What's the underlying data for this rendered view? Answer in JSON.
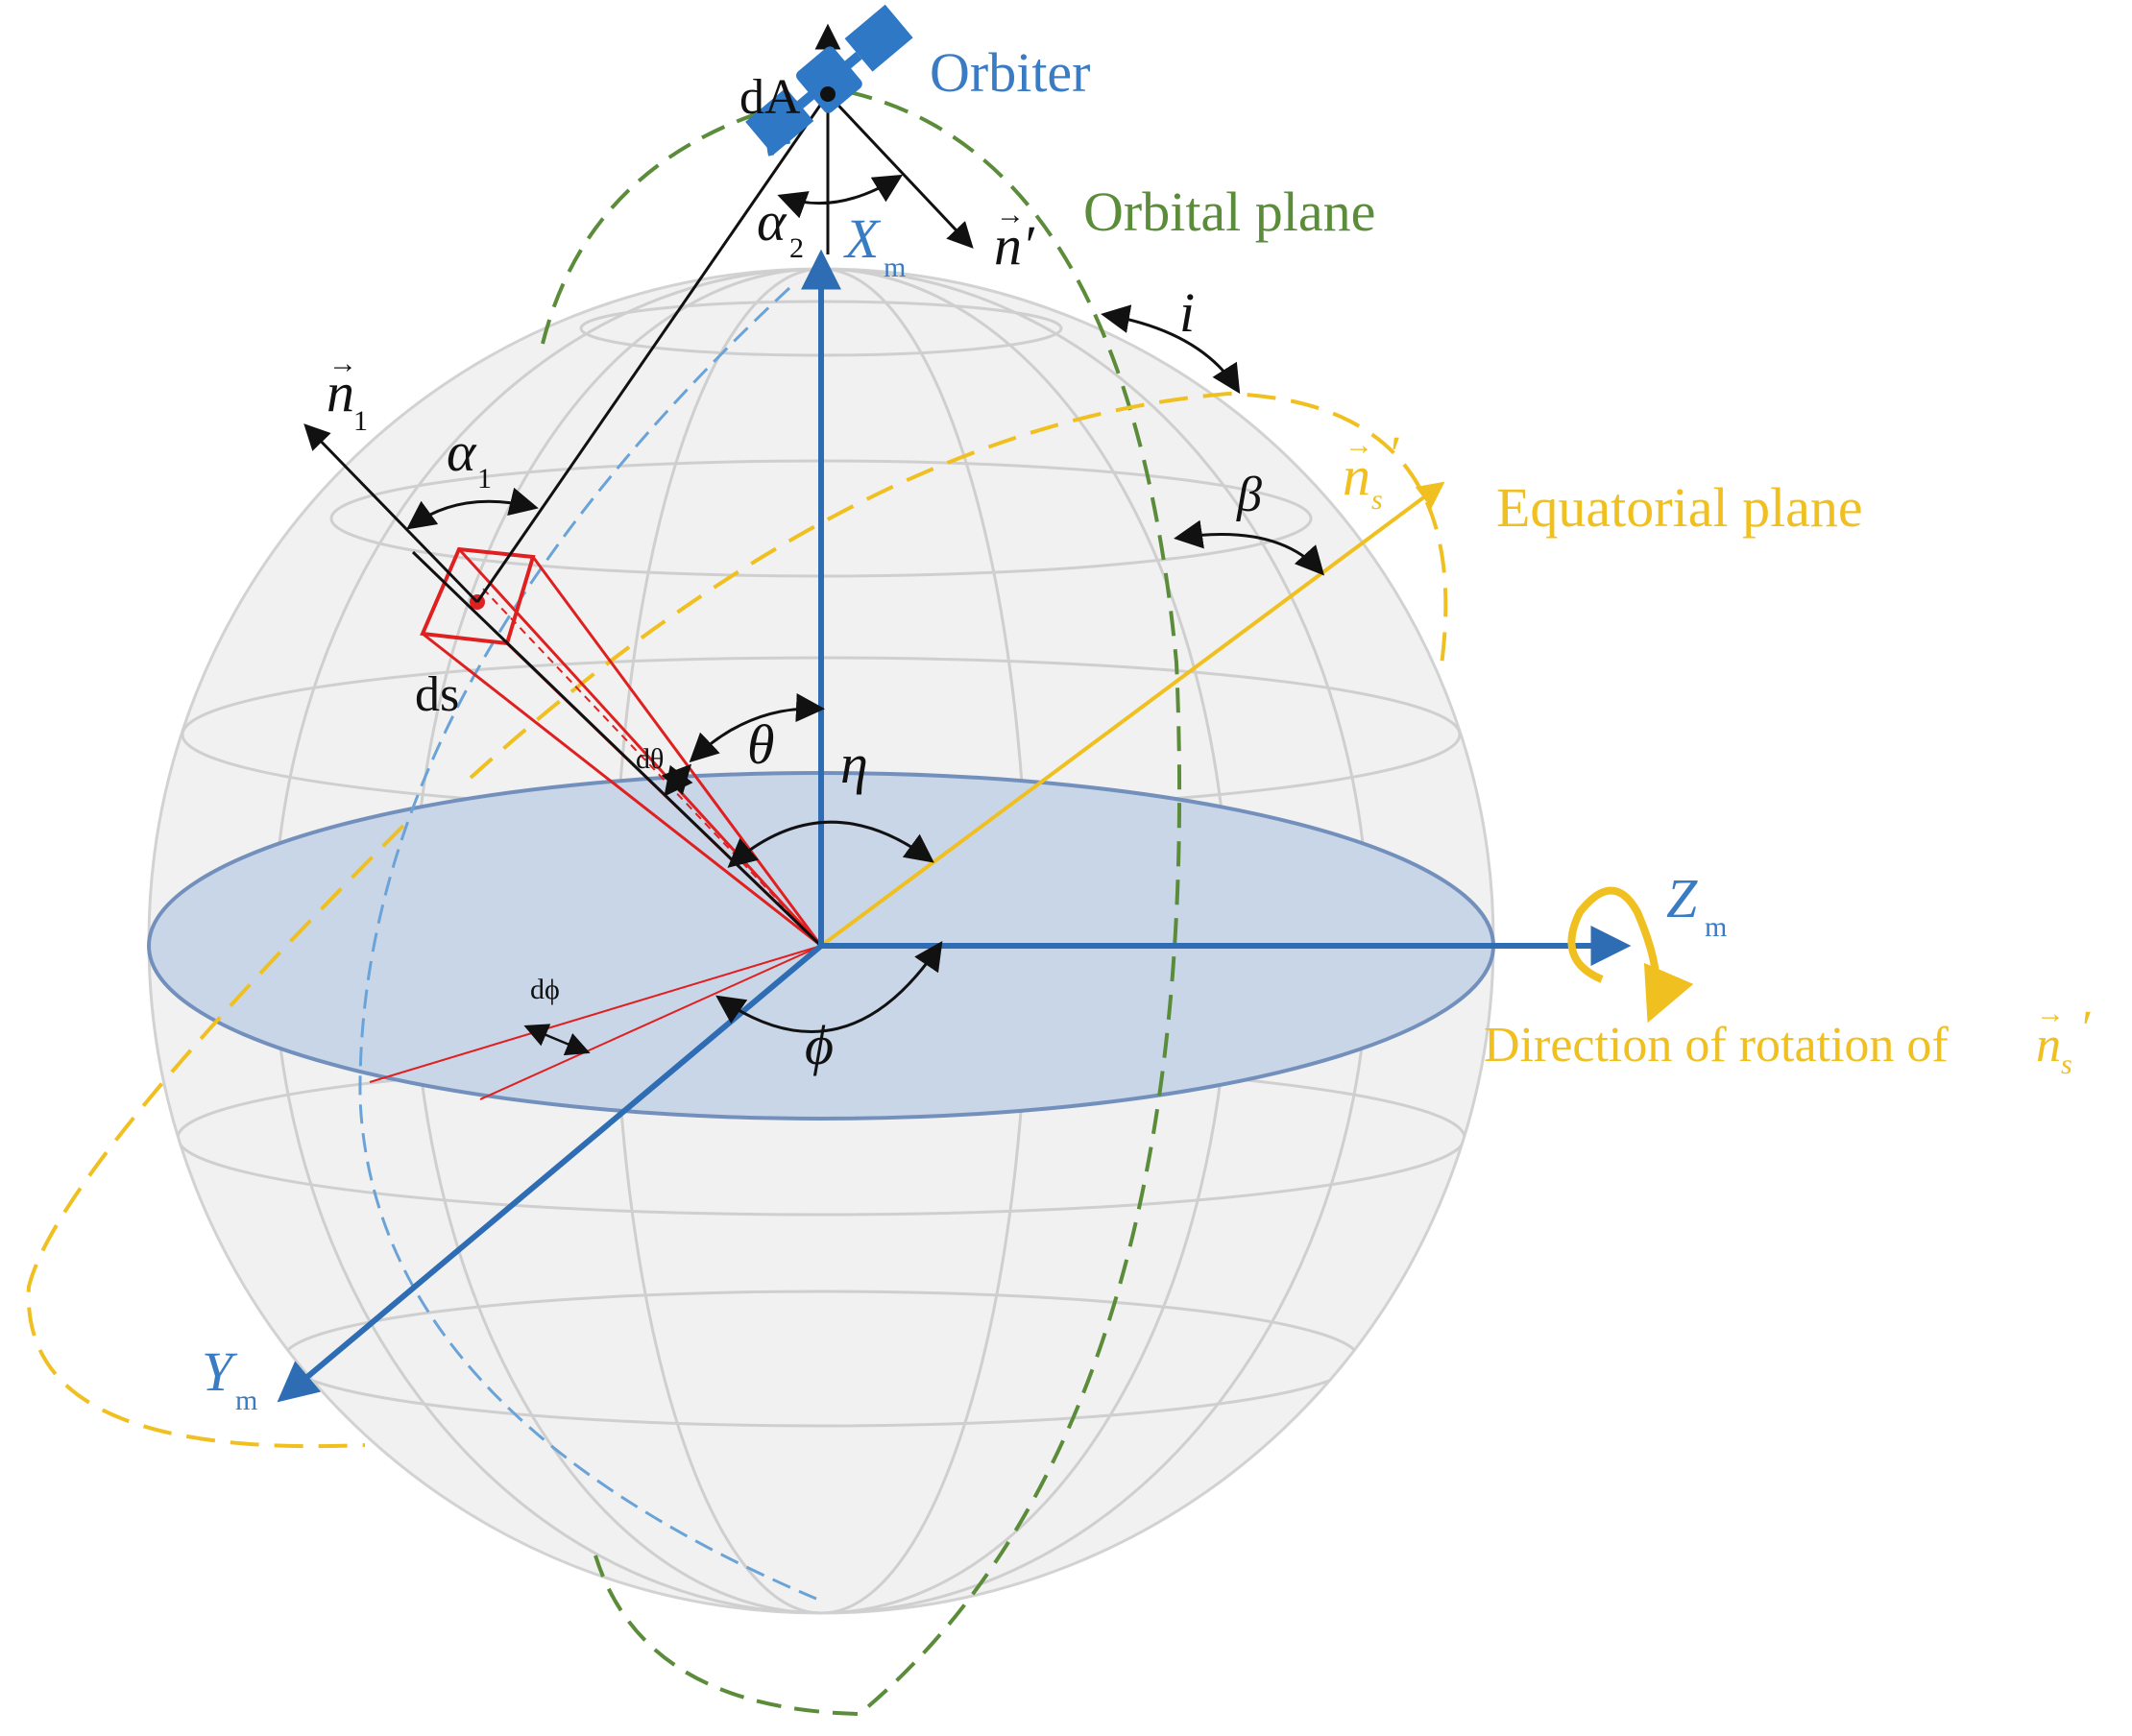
{
  "labels": {
    "orbiter": "Orbiter",
    "dA": "dA",
    "orbital_plane": "Orbital plane",
    "equatorial_plane": "Equatorial plane",
    "x_axis": "X",
    "x_axis_sub": "m",
    "y_axis": "Y",
    "y_axis_sub": "m",
    "z_axis": "Z",
    "z_axis_sub": "m",
    "n_prime": "n′",
    "n1": "n",
    "n1_sub": "1",
    "ns_prime": "n",
    "ns_sub": "s",
    "ns_prime_mark": "′",
    "alpha1": "α",
    "alpha1_sub": "1",
    "alpha2": "α",
    "alpha2_sub": "2",
    "i": "i",
    "beta": "β",
    "theta": "θ",
    "d_theta": "dθ",
    "eta": "η",
    "phi": "ϕ",
    "d_phi": "dϕ",
    "ds": "ds",
    "rotation_text": "Direction of rotation of ",
    "rotation_ns": "n",
    "rotation_ns_sub": "s",
    "rotation_ns_mark": "′"
  },
  "colors": {
    "axis_blue": "#2e6db4",
    "label_blue": "#3a7cc4",
    "orbit_green": "#5a8c3a",
    "equator_yellow": "#f0c020",
    "accent_red": "#e02020",
    "grid_gray": "#cccccc",
    "sphere_fill": "#f1f1f1",
    "disk_fill": "#c9d6e8"
  }
}
